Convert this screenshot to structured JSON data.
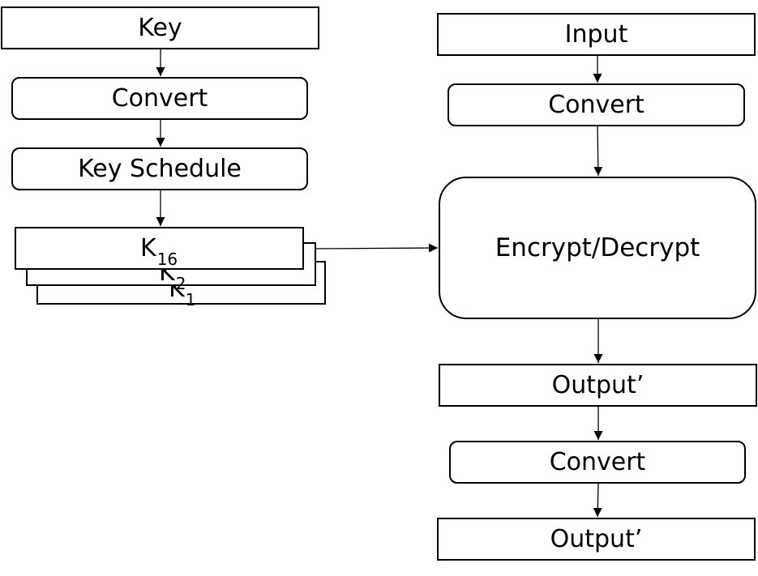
{
  "left": {
    "key": "Key",
    "convert": "Convert",
    "key_schedule": "Key Schedule",
    "subkeys": {
      "k1": {
        "letter": "K",
        "index": "1"
      },
      "k2": {
        "letter": "K",
        "index": "2"
      },
      "k16": {
        "letter": "K",
        "index": "16"
      }
    }
  },
  "right": {
    "input": "Input",
    "convert_in": "Convert",
    "cipher": "Encrypt/Decrypt",
    "output_mid": "Output’",
    "convert_out": "Convert",
    "output_final": "Output’"
  }
}
